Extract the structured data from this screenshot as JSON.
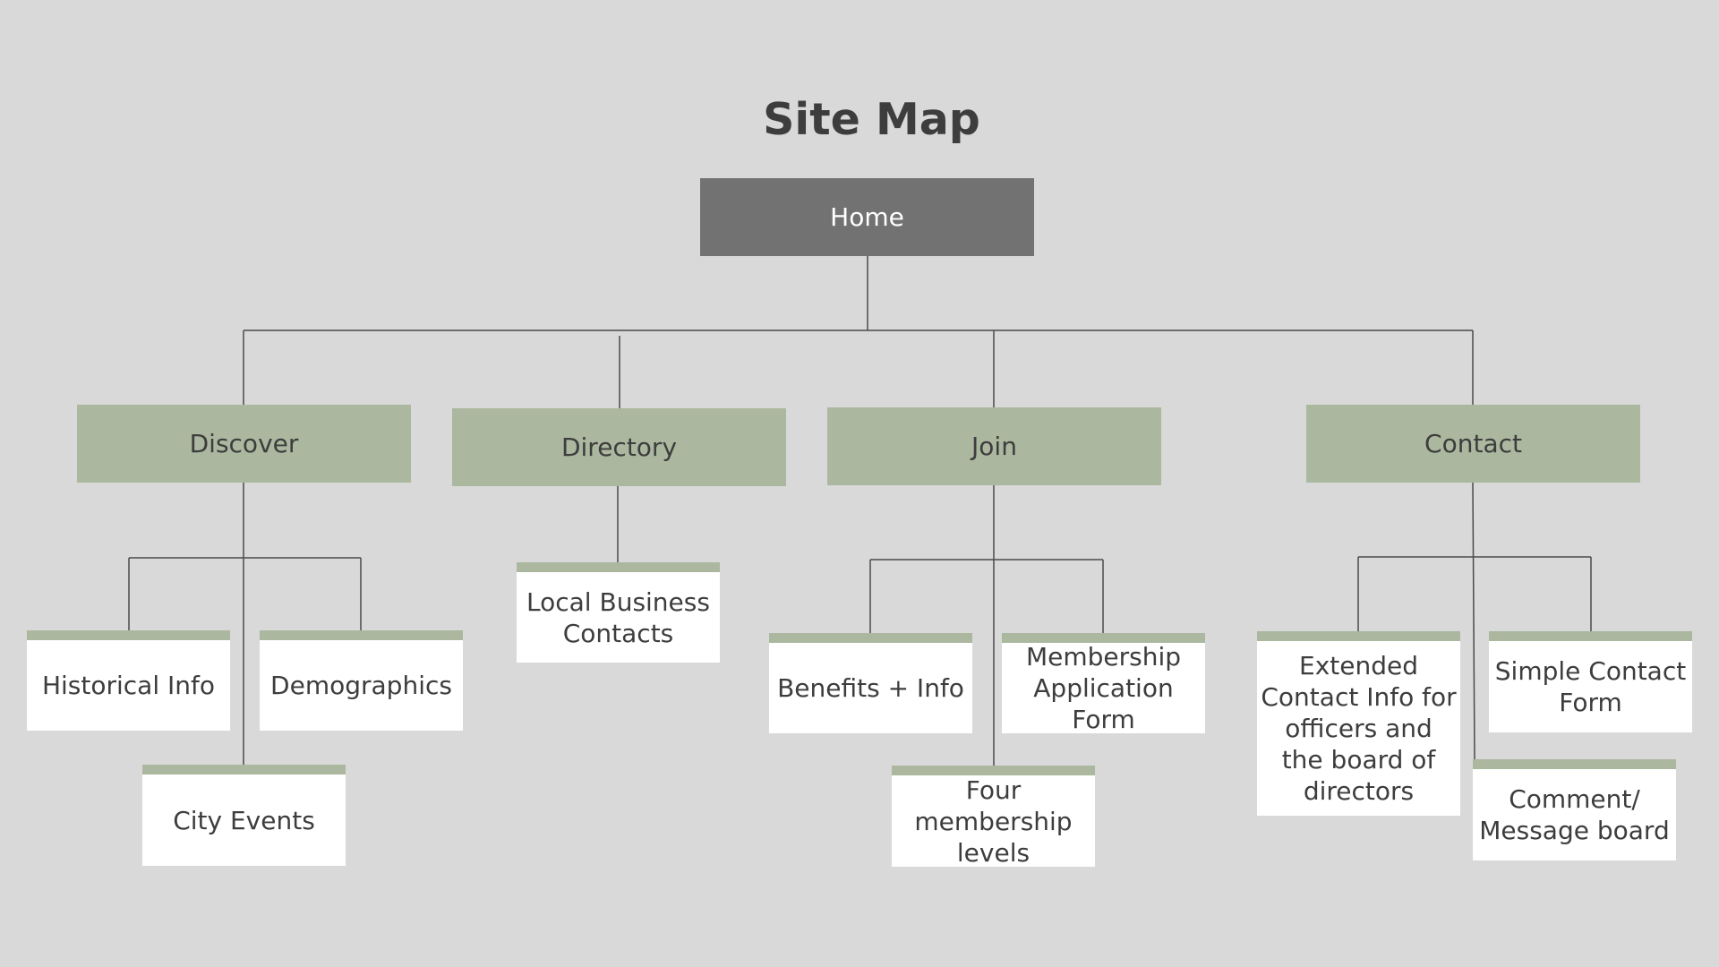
{
  "title": "Site Map",
  "colors": {
    "background": "#d9d9d9",
    "root_fill": "#727272",
    "section_fill": "#abb89f",
    "page_fill": "#ffffff",
    "text": "#3d3d3d",
    "connector": "#4a4a4a"
  },
  "root": {
    "label": "Home"
  },
  "sections": {
    "discover": {
      "label": "Discover",
      "pages": {
        "historical": "Historical Info",
        "demographics": "Demographics",
        "city_events": "City Events"
      }
    },
    "directory": {
      "label": "Directory",
      "pages": {
        "local_business": "Local Business Contacts"
      }
    },
    "join": {
      "label": "Join",
      "pages": {
        "benefits": "Benefits + Info",
        "membership": "Membership Application Form",
        "four_levels": "Four membership levels"
      }
    },
    "contact": {
      "label": "Contact",
      "pages": {
        "extended": "Extended Contact Info for officers and the board of directors",
        "simple_form": "Simple Contact Form",
        "comment": "Comment/ Message board"
      }
    }
  }
}
